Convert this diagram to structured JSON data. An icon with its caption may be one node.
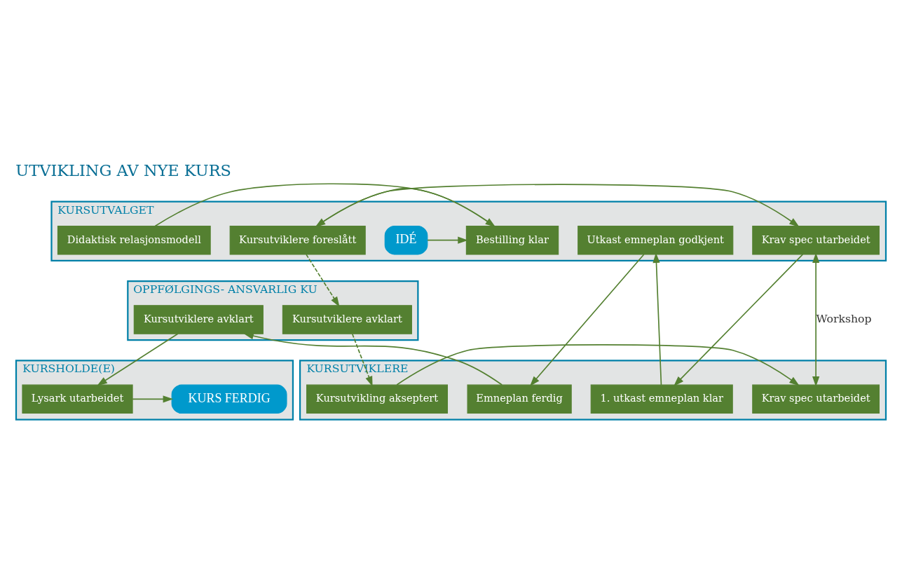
{
  "diagram": {
    "title": "UTVIKLING AV NYE KURS",
    "nodes": [
      {
        "text": [
          "KURSUTVALGET"
        ]
      },
      {
        "text": [
          "IDÉ"
        ],
        "in": 0
      },
      {
        "text": [
          "Bestilling klar"
        ],
        "in": 0
      },
      {
        "text": [
          "Kursutviklere foreslått"
        ],
        "in": 0
      },
      {
        "text": [
          "Krav spec utarbeidet"
        ],
        "in": 0
      },
      {
        "text": [
          "Utkast emneplan godkjent"
        ],
        "in": 0
      },
      {
        "text": [
          "Didaktisk relasjonsmodell"
        ],
        "in": 0
      },
      {
        "text": [
          "OPPFØLGINGS- ANSVARLIG KU"
        ]
      },
      {
        "text": [
          "Kursutviklere avklart"
        ],
        "in": 7
      },
      {
        "text": [
          "Kursutviklere avklart"
        ],
        "in": 7
      },
      {
        "text": [
          "KURSUTVIKLERE"
        ]
      },
      {
        "text": [
          "Kursutvikling akseptert"
        ],
        "in": 10
      },
      {
        "text": [
          "Krav spec utarbeidet"
        ],
        "in": 10
      },
      {
        "text": [
          "1. utkast emneplan klar"
        ],
        "in": 10
      },
      {
        "text": [
          "Emneplan ferdig"
        ],
        "in": 10
      },
      {
        "text": [
          "KURSHOLDE(E)"
        ]
      },
      {
        "text": [
          "Lysark utarbeidet"
        ],
        "in": 15
      },
      {
        "text": [
          "KURS FERDIG"
        ],
        "in": 15
      }
    ],
    "edges": [
      {
        "from": 1,
        "to": 2,
        "arrow": "to"
      },
      {
        "from": 6,
        "to": 2,
        "arrow": "to"
      },
      {
        "from": 2,
        "to": 3,
        "arrow": "to"
      },
      {
        "from": 3,
        "to": 4,
        "arrow": "to"
      },
      {
        "from": 3,
        "to": 8,
        "arrow": "to",
        "style": "dashed"
      },
      {
        "from": 8,
        "to": 11,
        "arrow": "to",
        "style": "dashed"
      },
      {
        "from": 11,
        "to": 12,
        "arrow": "to"
      },
      {
        "from": 4,
        "to": 12,
        "arrow": "both",
        "label": "Workshop"
      },
      {
        "from": 4,
        "to": 13,
        "arrow": "to"
      },
      {
        "from": 13,
        "to": 5,
        "arrow": "to"
      },
      {
        "from": 5,
        "to": 14,
        "arrow": "to"
      },
      {
        "from": 14,
        "to": 9,
        "arrow": "to"
      },
      {
        "from": 9,
        "to": 16,
        "arrow": "to"
      },
      {
        "from": 16,
        "to": 17,
        "arrow": "to"
      }
    ]
  }
}
